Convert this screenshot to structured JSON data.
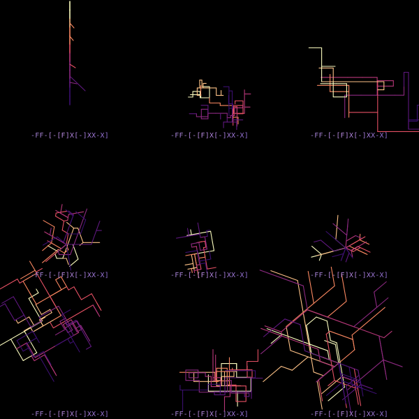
{
  "grid": {
    "labels": [
      "-FF-[-[F]X[-]XX-X]",
      "-FF-[-[F]X[-]XX-X]",
      "-FF-[-[F]X[-]XX-X]",
      "-FF-[-[F]X[-]XX-X]",
      "-FF-[-[F]X[-]XX-X]",
      "-FF-[-[F]X[-]XX-X]",
      "-FF-[-[F]X[-]XX-X]",
      "-FF-[-[F]X[-]XX-X]",
      "-FF-[-[F]X[-]XX-X]"
    ]
  },
  "palette": [
    "#fcfdbf",
    "#fec287",
    "#fb8861",
    "#e65164",
    "#b73779",
    "#8c2981",
    "#5f187f",
    "#3b0f70"
  ],
  "background": "#000000"
}
